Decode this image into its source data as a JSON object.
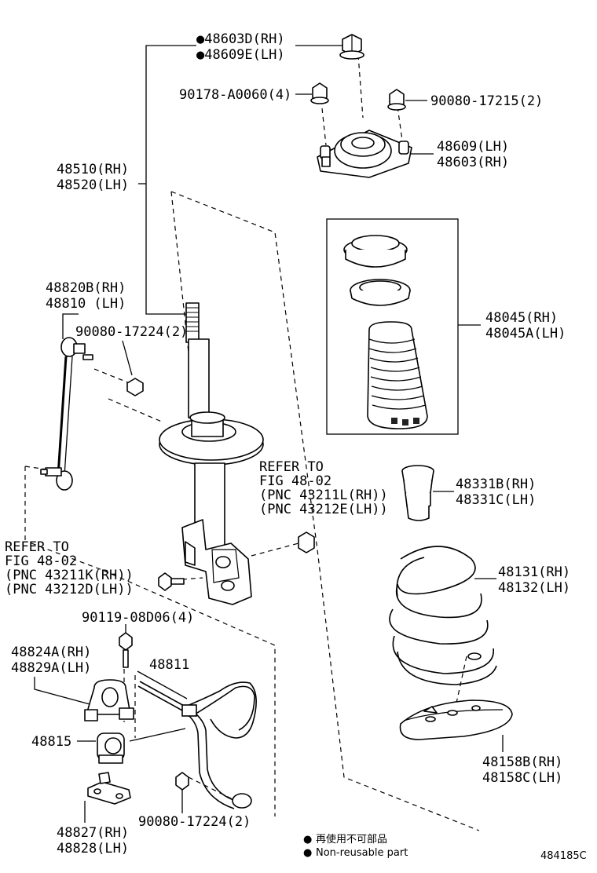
{
  "callouts": {
    "c48603D": "●48603D(RH)",
    "c48609E": "●48609E(LH)",
    "c90178": "90178-A0060(4)",
    "c90080_17215": "90080-17215(2)",
    "c48609": "48609(LH)",
    "c48603": "48603(RH)",
    "c48510": "48510(RH)",
    "c48520": "48520(LH)",
    "c48820B": "48820B(RH)",
    "c48810": "48810 (LH)",
    "c90080_17224a": "90080-17224(2)",
    "c48045": "48045(RH)",
    "c48045A": "48045A(LH)",
    "refer1_l1": "REFER TO",
    "refer1_l2": "FIG 48-02",
    "refer1_l3": "(PNC 43211L(RH))",
    "refer1_l4": "(PNC 43212E(LH))",
    "c48331B": "48331B(RH)",
    "c48331C": "48331C(LH)",
    "refer2_l1": "REFER TO",
    "refer2_l2": "FIG 48-02",
    "refer2_l3": "(PNC 43211K(RH))",
    "refer2_l4": "(PNC 43212D(LH))",
    "c48131": "48131(RH)",
    "c48132": "48132(LH)",
    "c90119": "90119-08D06(4)",
    "c48824A": "48824A(RH)",
    "c48829A": "48829A(LH)",
    "c48811": "48811",
    "c48815": "48815",
    "c48158B": "48158B(RH)",
    "c48158C": "48158C(LH)",
    "c90080_17224b": "90080-17224(2)",
    "c48827": "48827(RH)",
    "c48828": "48828(LH)"
  },
  "legend": {
    "marker": "●",
    "line1": "再使用不可部品",
    "line2": "Non-reusable part"
  },
  "figure_id": "484185C",
  "icons": [
    "bullet-marker"
  ]
}
